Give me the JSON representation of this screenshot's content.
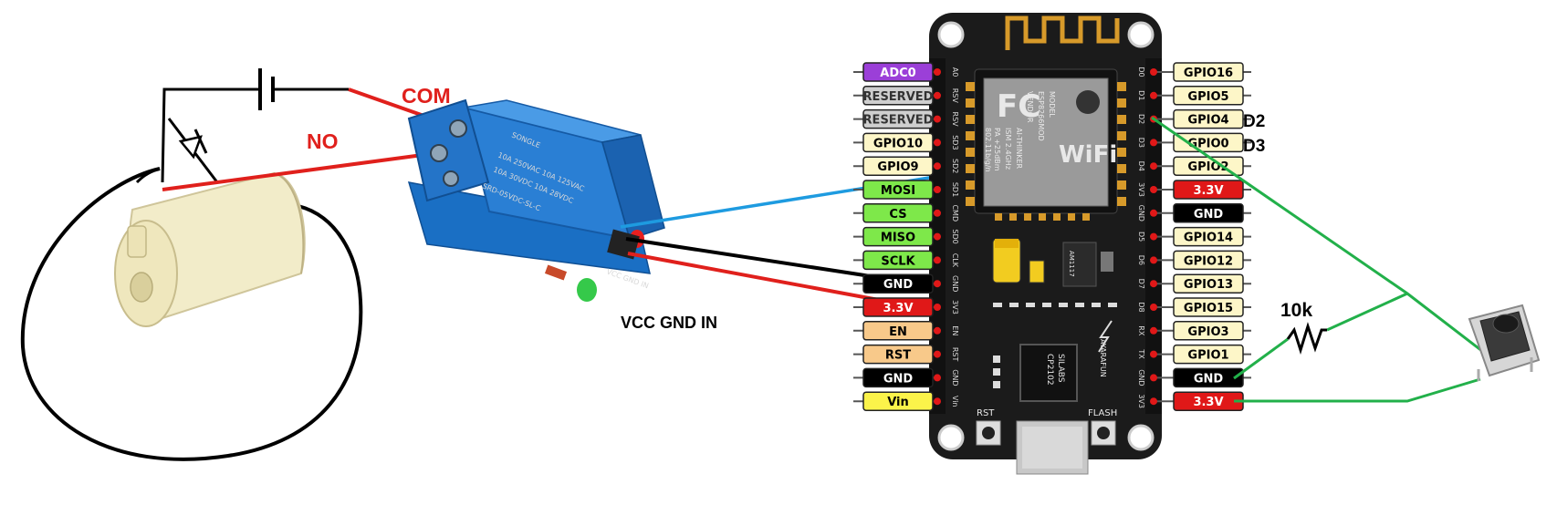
{
  "annotations": {
    "com": "COM",
    "no": "NO",
    "relay_pins": "VCC GND IN",
    "d2": "D2",
    "d3": "D3",
    "resistor": "10k"
  },
  "relay": {
    "brand": "SONGLE",
    "model": "SRD-05VDC-SL-C",
    "rating1": "10A 250VAC  10A 125VAC",
    "rating2": "10A 30VDC  10A 28VDC",
    "pin_label": "VCC GND IN"
  },
  "board": {
    "module_model": "MODEL",
    "module_name": "ESP8266MOD",
    "module_vendor": "VENDOR",
    "module_maker": "AI-THINKER",
    "module_ism": "ISM 2.4GHz",
    "module_pa": "PA +25dBm",
    "module_std": "802.11b/g/n",
    "fcc": "FC",
    "wifi": "WiFi",
    "chip_line1": "SILABS",
    "chip_line2": "CP2102",
    "chip_side": "AYARAFUN",
    "reg": "AM1117",
    "rst_button": "RST",
    "flash_button": "FLASH"
  },
  "left_pins": [
    {
      "label": "ADC0",
      "code": "A0",
      "bg": "#9b3fd8",
      "fg": "#ffffff"
    },
    {
      "label": "RESERVED",
      "code": "RSV",
      "bg": "#cfcfcf",
      "fg": "#333333"
    },
    {
      "label": "RESERVED",
      "code": "RSV",
      "bg": "#cfcfcf",
      "fg": "#333333"
    },
    {
      "label": "GPIO10",
      "code": "SD3",
      "bg": "#fdf6c8",
      "fg": "#000000"
    },
    {
      "label": "GPIO9",
      "code": "SD2",
      "bg": "#fdf6c8",
      "fg": "#000000"
    },
    {
      "label": "MOSI",
      "code": "SD1",
      "bg": "#7ee84a",
      "fg": "#000000"
    },
    {
      "label": "CS",
      "code": "CMD",
      "bg": "#7ee84a",
      "fg": "#000000"
    },
    {
      "label": "MISO",
      "code": "SD0",
      "bg": "#7ee84a",
      "fg": "#000000"
    },
    {
      "label": "SCLK",
      "code": "CLK",
      "bg": "#7ee84a",
      "fg": "#000000"
    },
    {
      "label": "GND",
      "code": "GND",
      "bg": "#000000",
      "fg": "#ffffff"
    },
    {
      "label": "3.3V",
      "code": "3V3",
      "bg": "#e01818",
      "fg": "#ffffff"
    },
    {
      "label": "EN",
      "code": "EN",
      "bg": "#f8c98a",
      "fg": "#000000"
    },
    {
      "label": "RST",
      "code": "RST",
      "bg": "#f8c98a",
      "fg": "#000000"
    },
    {
      "label": "GND",
      "code": "GND",
      "bg": "#000000",
      "fg": "#ffffff"
    },
    {
      "label": "Vin",
      "code": "Vin",
      "bg": "#fbf34a",
      "fg": "#000000"
    }
  ],
  "right_pins": [
    {
      "label": "GPIO16",
      "code": "D0",
      "bg": "#fdf6c8",
      "fg": "#000000"
    },
    {
      "label": "GPIO5",
      "code": "D1",
      "bg": "#fdf6c8",
      "fg": "#000000"
    },
    {
      "label": "GPIO4",
      "code": "D2",
      "bg": "#fdf6c8",
      "fg": "#000000"
    },
    {
      "label": "GPIO0",
      "code": "D3",
      "bg": "#fdf6c8",
      "fg": "#000000"
    },
    {
      "label": "GPIO2",
      "code": "D4",
      "bg": "#fdf6c8",
      "fg": "#000000"
    },
    {
      "label": "3.3V",
      "code": "3V3",
      "bg": "#e01818",
      "fg": "#ffffff"
    },
    {
      "label": "GND",
      "code": "GND",
      "bg": "#000000",
      "fg": "#ffffff"
    },
    {
      "label": "GPIO14",
      "code": "D5",
      "bg": "#fdf6c8",
      "fg": "#000000"
    },
    {
      "label": "GPIO12",
      "code": "D6",
      "bg": "#fdf6c8",
      "fg": "#000000"
    },
    {
      "label": "GPIO13",
      "code": "D7",
      "bg": "#fdf6c8",
      "fg": "#000000"
    },
    {
      "label": "GPIO15",
      "code": "D8",
      "bg": "#fdf6c8",
      "fg": "#000000"
    },
    {
      "label": "GPIO3",
      "code": "RX",
      "bg": "#fdf6c8",
      "fg": "#000000"
    },
    {
      "label": "GPIO1",
      "code": "TX",
      "bg": "#fdf6c8",
      "fg": "#000000"
    },
    {
      "label": "GND",
      "code": "GND",
      "bg": "#000000",
      "fg": "#ffffff"
    },
    {
      "label": "3.3V",
      "code": "3V3",
      "bg": "#e01818",
      "fg": "#ffffff"
    }
  ],
  "colors": {
    "wire_red": "#e0201c",
    "wire_black": "#000000",
    "wire_blue": "#1e9be0",
    "wire_green": "#22b04a",
    "relay_blue": "#2a7fd4",
    "board_black": "#1b1b1b",
    "gold": "#d79a2a"
  }
}
